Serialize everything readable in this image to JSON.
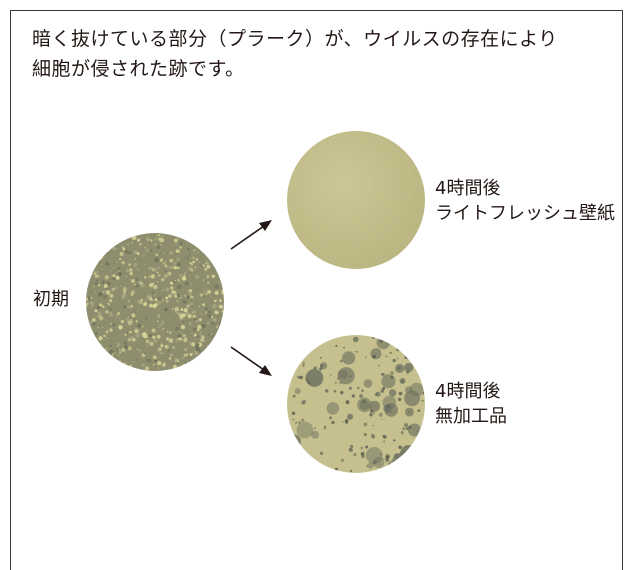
{
  "caption": {
    "line1": "暗く抜けている部分（プラーク）が、ウイルスの存在により",
    "line2": "細胞が侵された跡です。"
  },
  "initial": {
    "label": "初期"
  },
  "result_top": {
    "time": "4時間後",
    "label": "ライトフレッシュ壁紙"
  },
  "result_bottom": {
    "time": "4時間後",
    "label": "無加工品"
  },
  "colors": {
    "frame": "#3a3a3a",
    "dish_base": "#bdb889",
    "clean_dish": "#c7c18f",
    "plaque": "#6e7260",
    "speckle": "#e6e2a8"
  }
}
